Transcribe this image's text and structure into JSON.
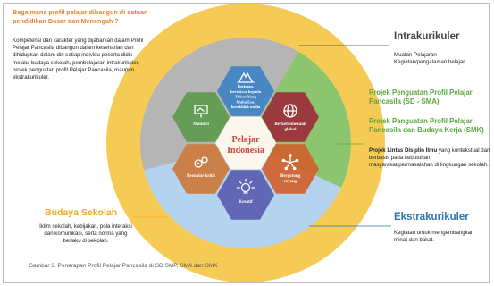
{
  "question": "Bagaimana profil pelajar dibangun di satuan pendidikan Dasar dan Menengah ?",
  "intro": "Kompetensi dan karakter yang dijabarkan dalam Profil Pelajar Pancasila dibangun dalam keseharian dan dihidupkan dalam diri setiap individu peserta didik melalui budaya sekolah, pembelajaran intrakurikuler, projek penguatan profil Pelajar Pancasila, maupun ekstrakurikuler.",
  "budaya_sekolah": {
    "title": "Budaya Sekolah",
    "desc": "Iklim sekolah, kebijakan, pola interaksi dan komunikasi, serta norma yang berlaku di sekolah."
  },
  "intrakurikuler": {
    "title": "Intrakurikuler",
    "desc": "Muatan Pelajaran Kegiatan/pengalaman belajar."
  },
  "projek": {
    "title_1": "Projek Penguatan Profil Pelajar Pancasila (SD - SMA)",
    "title_2": "Projek Penguatan Profil Pelajar Pancasila dan Budaya Kerja (SMK)",
    "lintas_bold": "Projek Lintas Disiplin Ilmu",
    "lintas_rest": " yang kontekstual dan berbasis pada kebutuhan masyarakat/permasalahan di lingkungan sekolah."
  },
  "ekstrakurikuler": {
    "title": "Ekstrakurikuler",
    "desc": "Kegiatan untuk mengembangkan minat dan bakat."
  },
  "caption": "Gambar 3. Penerapan Profil Pelajar Pancasila di SD SMP, SMA dan SMK",
  "center": {
    "line1": "Pelajar",
    "line2": "Indonesia"
  },
  "dimensions": [
    {
      "id": "beriman",
      "lines": [
        "Beriman,",
        "bertakwa kepada",
        "Tuhan Yang",
        "Maha Esa,",
        "berakhlak mulia"
      ],
      "color": "#3f83c4",
      "icon": "praying-hands-icon"
    },
    {
      "id": "global",
      "lines": [
        "Berkebhinekaan",
        "global"
      ],
      "color": "#9c2f3a",
      "icon": "globe-icon"
    },
    {
      "id": "gotong",
      "lines": [
        "Bergotong",
        "royong"
      ],
      "color": "#d0622d",
      "icon": "teamwork-icon"
    },
    {
      "id": "kreatif",
      "lines": [
        "Kreatif"
      ],
      "color": "#5a5fb0",
      "icon": "lightbulb-icon"
    },
    {
      "id": "kritis",
      "lines": [
        "Bernalar kritis"
      ],
      "color": "#cc7a3c",
      "icon": "gears-icon"
    },
    {
      "id": "mandiri",
      "lines": [
        "Mandiri"
      ],
      "color": "#5f9a4f",
      "icon": "presentation-icon"
    }
  ],
  "colors": {
    "outer_ring": "#f6cb55",
    "inner_disc": "#fbeec0",
    "quadrant_gray": "#b5b5b5",
    "quadrant_green": "#8cc56f",
    "quadrant_blue": "#b4d3ee",
    "quadrant_blue_dark": "#a7c4e2",
    "center_hex": "#fbf7ec",
    "center_text": "#c5463c"
  }
}
